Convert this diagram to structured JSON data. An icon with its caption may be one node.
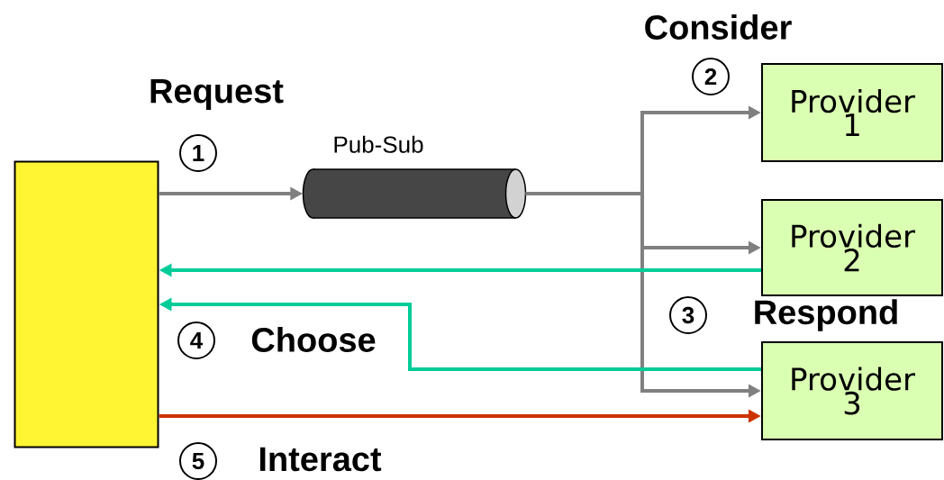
{
  "diagram": {
    "nodes": [
      {
        "text": [],
        "shape": "box"
      },
      {
        "text": [
          "Pub-Sub"
        ]
      },
      {
        "text": [
          "Provider 1"
        ]
      },
      {
        "text": [
          "Provider 2"
        ]
      },
      {
        "text": [
          "Provider 3"
        ]
      }
    ],
    "edges": [
      {
        "from": 0,
        "to": 1,
        "arrow": "to"
      },
      {
        "from": 1,
        "to": 2,
        "arrow": "to"
      },
      {
        "from": 1,
        "to": 3,
        "arrow": "to"
      },
      {
        "from": 1,
        "to": 4,
        "arrow": "to"
      },
      {
        "from": 3,
        "to": 0,
        "arrow": "to",
        "color": "#00cc99"
      },
      {
        "from": 4,
        "to": 0,
        "arrow": "to",
        "color": "#00cc99"
      },
      {
        "from": 0,
        "to": 4,
        "arrow": "to",
        "color": "#cc3300"
      }
    ],
    "labels": [
      "Consider",
      "2",
      "Request",
      "1",
      "3",
      "Respond",
      "4",
      "Choose",
      "5",
      "Interact"
    ]
  }
}
